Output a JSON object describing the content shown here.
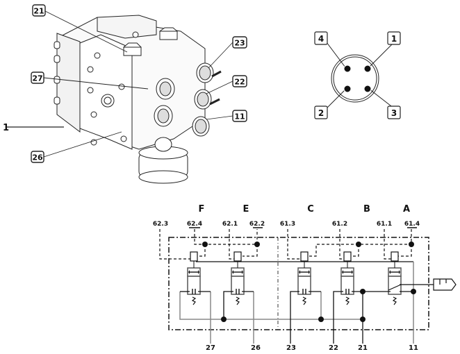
{
  "valve_callouts": {
    "c21": "21",
    "c27": "27",
    "c26": "26",
    "c23": "23",
    "c22": "22",
    "c11": "11",
    "c1": "1"
  },
  "connector_pins": [
    {
      "label": "4"
    },
    {
      "label": "1"
    },
    {
      "label": "2"
    },
    {
      "label": "3"
    }
  ],
  "schematic": {
    "section_letters": [
      "F",
      "E",
      "C",
      "B",
      "A"
    ],
    "top_ports": [
      "62.3",
      "62.4",
      "62.1",
      "62.2",
      "61.3",
      "61.2",
      "61.1",
      "61.4"
    ],
    "bottom_ports": [
      "27",
      "26",
      "23",
      "22",
      "21",
      "11"
    ]
  }
}
